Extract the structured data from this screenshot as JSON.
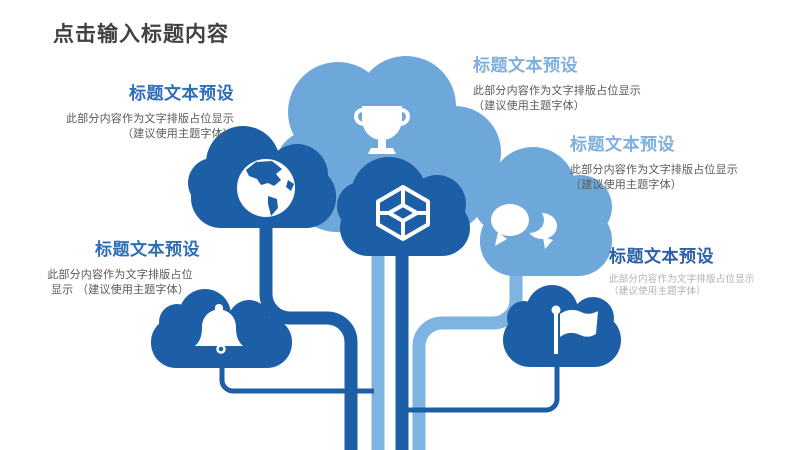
{
  "slide": {
    "main_title": "点击输入标题内容"
  },
  "labels": [
    {
      "position": "top-left",
      "title": "标题文本预设",
      "line1": "此部分内容作为文字排版占位显示",
      "line2": "（建议使用主题字体）"
    },
    {
      "position": "top-right",
      "title": "标题文本预设",
      "line1": "此部分内容作为文字排版占位显示",
      "line2": "（建议使用主题字体）"
    },
    {
      "position": "right-middle",
      "title": "标题文本预设",
      "line1": "此部分内容作为文字排版占位显示",
      "line2": "（建议使用主题字体）"
    },
    {
      "position": "bottom-right",
      "title": "标题文本预设",
      "line1": "此部分内容作为文字排版占位显示",
      "line2": "（建议使用主题字体）"
    },
    {
      "position": "bottom-left",
      "title": "标题文本预设",
      "line1": "此部分内容作为文字排版占位",
      "line2": "显示 （建议使用主题字体）"
    }
  ],
  "icons": [
    "trophy-icon",
    "globe-icon",
    "cube-icon",
    "chat-bubbles-icon",
    "bell-icon",
    "flag-icon"
  ],
  "colors": {
    "cloud_dark_blue": "#1d5fa7",
    "cloud_light_blue": "#6ea8da",
    "stem_light_blue": "#7db4e1",
    "title_blue": "#2e6db8",
    "title_light_blue": "#7fb0dd",
    "title_navy": "#2c5fa5",
    "heading_gray": "#414141",
    "body_gray": "#595959",
    "muted_gray": "#adb2bb",
    "background": "#ffffff"
  }
}
